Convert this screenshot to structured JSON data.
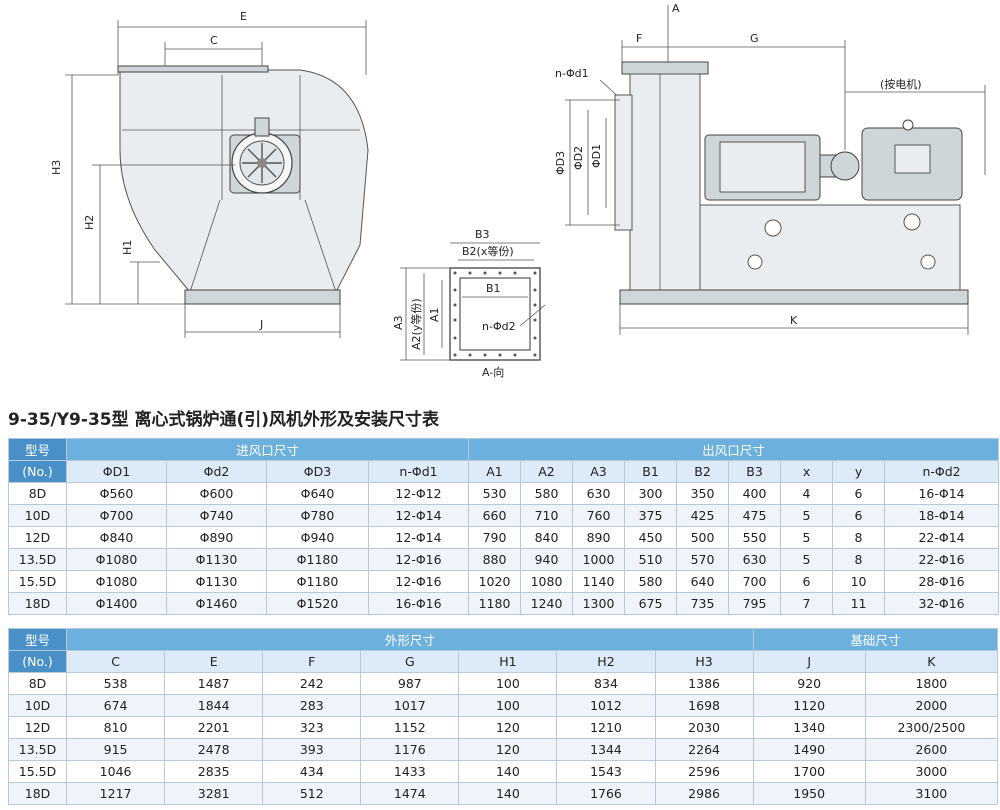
{
  "drawing": {
    "labels": {
      "E": "E",
      "C": "C",
      "H3": "H3",
      "H2": "H2",
      "H1": "H1",
      "J": "J",
      "B3": "B3",
      "B2": "B2(x等份)",
      "B1": "B1",
      "A3": "A3",
      "A2": "A2(y等份)",
      "A1": "A1",
      "nd2": "n-Φd2",
      "Adir": "A-向",
      "A": "A",
      "F": "F",
      "G": "G",
      "nd1": "n-Φd1",
      "byMotor": "(按电机)",
      "D3": "ΦD3",
      "D2": "ΦD2",
      "D1": "ΦD1",
      "K": "K"
    }
  },
  "title": "9-35/Y9-35型 离心式锅炉通(引)风机外形及安装尺寸表",
  "table1": {
    "model_label": "型号",
    "model_sub": "(No.)",
    "group_inlet": "进风口尺寸",
    "group_outlet": "出风口尺寸",
    "headers": [
      "ΦD1",
      "Φd2",
      "ΦD3",
      "n-Φd1",
      "A1",
      "A2",
      "A3",
      "B1",
      "B2",
      "B3",
      "x",
      "y",
      "n-Φd2"
    ],
    "rows": [
      [
        "8D",
        "Φ560",
        "Φ600",
        "Φ640",
        "12-Φ12",
        "530",
        "580",
        "630",
        "300",
        "350",
        "400",
        "4",
        "6",
        "16-Φ14"
      ],
      [
        "10D",
        "Φ700",
        "Φ740",
        "Φ780",
        "12-Φ14",
        "660",
        "710",
        "760",
        "375",
        "425",
        "475",
        "5",
        "6",
        "18-Φ14"
      ],
      [
        "12D",
        "Φ840",
        "Φ890",
        "Φ940",
        "12-Φ14",
        "790",
        "840",
        "890",
        "450",
        "500",
        "550",
        "5",
        "8",
        "22-Φ14"
      ],
      [
        "13.5D",
        "Φ1080",
        "Φ1130",
        "Φ1180",
        "12-Φ16",
        "880",
        "940",
        "1000",
        "510",
        "570",
        "630",
        "5",
        "8",
        "22-Φ16"
      ],
      [
        "15.5D",
        "Φ1080",
        "Φ1130",
        "Φ1180",
        "12-Φ16",
        "1020",
        "1080",
        "1140",
        "580",
        "640",
        "700",
        "6",
        "10",
        "28-Φ16"
      ],
      [
        "18D",
        "Φ1400",
        "Φ1460",
        "Φ1520",
        "16-Φ16",
        "1180",
        "1240",
        "1300",
        "675",
        "735",
        "795",
        "7",
        "11",
        "32-Φ16"
      ]
    ]
  },
  "table2": {
    "model_label": "型号",
    "model_sub": "(No.)",
    "group_outline": "外形尺寸",
    "group_base": "基础尺寸",
    "headers": [
      "C",
      "E",
      "F",
      "G",
      "H1",
      "H2",
      "H3",
      "J",
      "K"
    ],
    "rows": [
      [
        "8D",
        "538",
        "1487",
        "242",
        "987",
        "100",
        "834",
        "1386",
        "920",
        "1800"
      ],
      [
        "10D",
        "674",
        "1844",
        "283",
        "1017",
        "100",
        "1012",
        "1698",
        "1120",
        "2000"
      ],
      [
        "12D",
        "810",
        "2201",
        "323",
        "1152",
        "120",
        "1210",
        "2030",
        "1340",
        "2300/2500"
      ],
      [
        "13.5D",
        "915",
        "2478",
        "393",
        "1176",
        "120",
        "1344",
        "2264",
        "1490",
        "2600"
      ],
      [
        "15.5D",
        "1046",
        "2835",
        "434",
        "1433",
        "140",
        "1543",
        "2596",
        "1700",
        "3000"
      ],
      [
        "18D",
        "1217",
        "3281",
        "512",
        "1474",
        "140",
        "1766",
        "2986",
        "1950",
        "3100"
      ]
    ]
  }
}
